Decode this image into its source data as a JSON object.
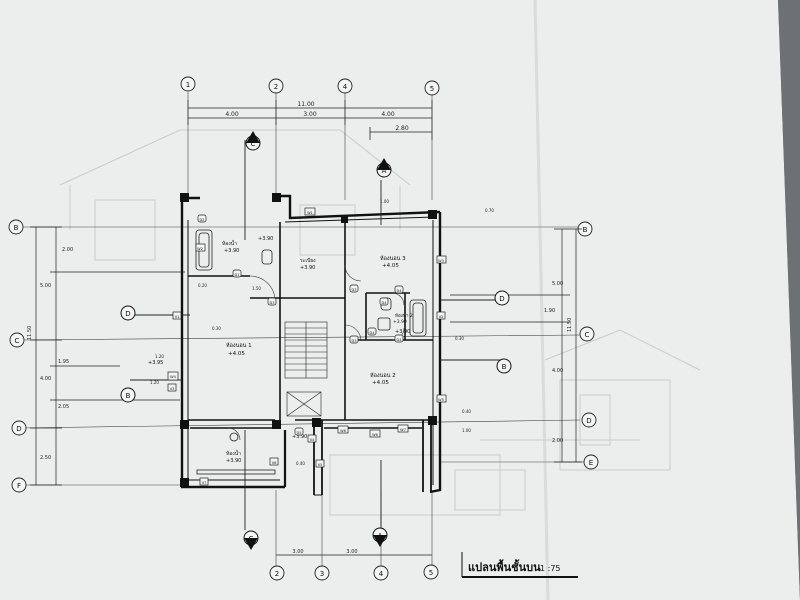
{
  "plan": {
    "title": "แปลนพื้นชั้นบน",
    "scale": "1 :75",
    "overall_width": "11.00",
    "top_dims": [
      "4.00",
      "3.00",
      "4.00"
    ],
    "top_sub_dim": "2.80",
    "left_dims": [
      "2.00",
      "5.00",
      "1.95",
      "4.00",
      "2.05",
      "2.50"
    ],
    "right_dims": [
      "5.00",
      "1.90",
      "4.00",
      "2.00"
    ],
    "right_total": "11.50",
    "left_total": "11.50",
    "bottom_dims": [
      "3.00",
      "3.00"
    ],
    "vertical_grid": [
      "1",
      "2",
      "4",
      "5"
    ],
    "bottom_grid": [
      "2",
      "3",
      "4",
      "5"
    ],
    "horizontal_grid": [
      "B",
      "C",
      "D",
      "F"
    ],
    "right_grid": [
      "B",
      "C",
      "D",
      "E"
    ],
    "section_marks": [
      "A",
      "A",
      "C",
      "C",
      "D",
      "D",
      "B",
      "B"
    ],
    "rooms": [
      {
        "name": "ห้องน้ำ",
        "level": "+3.90"
      },
      {
        "name": "ห้องนอน 1",
        "level": "+4.05"
      },
      {
        "name": "ห้องนอน 2",
        "level": "+4.05"
      },
      {
        "name": "ห้องนอน 3",
        "level": "+4.05"
      },
      {
        "name": "ห้องน้ำ",
        "level": "+3.90"
      },
      {
        "name": "ห้องน้ำ 2",
        "level": "+3.90"
      },
      {
        "name": "ระเบียง",
        "level": "+3.90"
      }
    ],
    "levels": [
      "+3.90",
      "+3.90",
      "+3.95",
      "+3.90"
    ],
    "door_tags": [
      "D1",
      "D2",
      "D3",
      "D3",
      "D3",
      "D4",
      "D4",
      "D4",
      "D4",
      "D5"
    ],
    "window_tags": [
      "W1",
      "W2",
      "W3",
      "W4",
      "W5",
      "W6",
      "W7",
      "W8",
      "V1",
      "V2",
      "V3",
      "V4",
      "V5",
      "V6",
      "V7"
    ],
    "small_dims": [
      "1.00",
      "0.70",
      "1.20",
      "0.20",
      "0.30",
      "1.50",
      "0.30",
      "1.20",
      "0.40",
      "0.40",
      "1.00"
    ]
  }
}
